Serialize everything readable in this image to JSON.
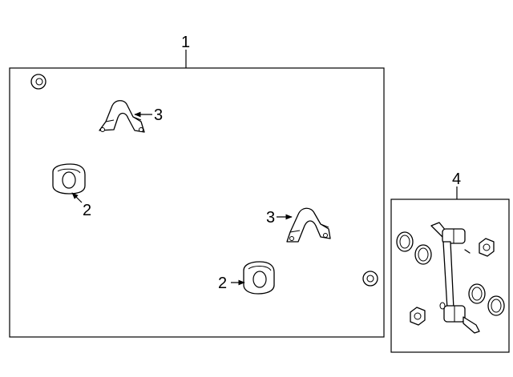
{
  "callouts": {
    "c1": "1",
    "c2a": "2",
    "c2b": "2",
    "c3a": "3",
    "c3b": "3",
    "c4": "4"
  }
}
